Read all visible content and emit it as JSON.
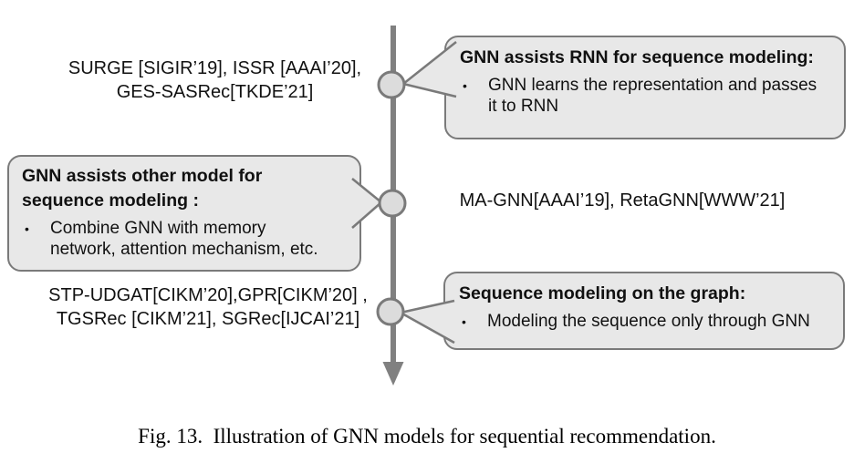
{
  "figure": {
    "caption": "Fig. 13.  Illustration of GNN models for sequential recommendation."
  },
  "ui": {
    "bullet_char": "•"
  },
  "colors": {
    "box_fill": "#e8e8e8",
    "box_border": "#7a7a7a",
    "timeline_line": "#808080",
    "node_fill": "#dcdcdc",
    "text": "#111111"
  },
  "timeline": {
    "orientation": "vertical",
    "nodes": [
      {
        "papers_side": "left",
        "papers": [
          "SURGE [SIGIR’19], ISSR [AAAI’20],",
          "GES-SASRec[TKDE’21]"
        ],
        "callout_side": "right",
        "callout": {
          "title_lines": [
            "GNN assists RNN for sequence modeling:"
          ],
          "bullet_lines": [
            "GNN learns the representation and passes",
            "it to RNN"
          ]
        }
      },
      {
        "papers_side": "right",
        "papers": [
          "MA-GNN[AAAI’19], RetaGNN[WWW’21]"
        ],
        "callout_side": "left",
        "callout": {
          "title_lines": [
            "GNN assists other model for",
            "sequence modeling :"
          ],
          "bullet_lines": [
            "Combine GNN with memory",
            "network, attention mechanism, etc."
          ]
        }
      },
      {
        "papers_side": "left",
        "papers": [
          "STP-UDGAT[CIKM’20],GPR[CIKM’20] ,",
          "TGSRec [CIKM’21], SGRec[IJCAI’21]"
        ],
        "callout_side": "right",
        "callout": {
          "title_lines": [
            "Sequence modeling on the graph:"
          ],
          "bullet_lines": [
            "Modeling the sequence only through GNN"
          ]
        }
      }
    ]
  }
}
